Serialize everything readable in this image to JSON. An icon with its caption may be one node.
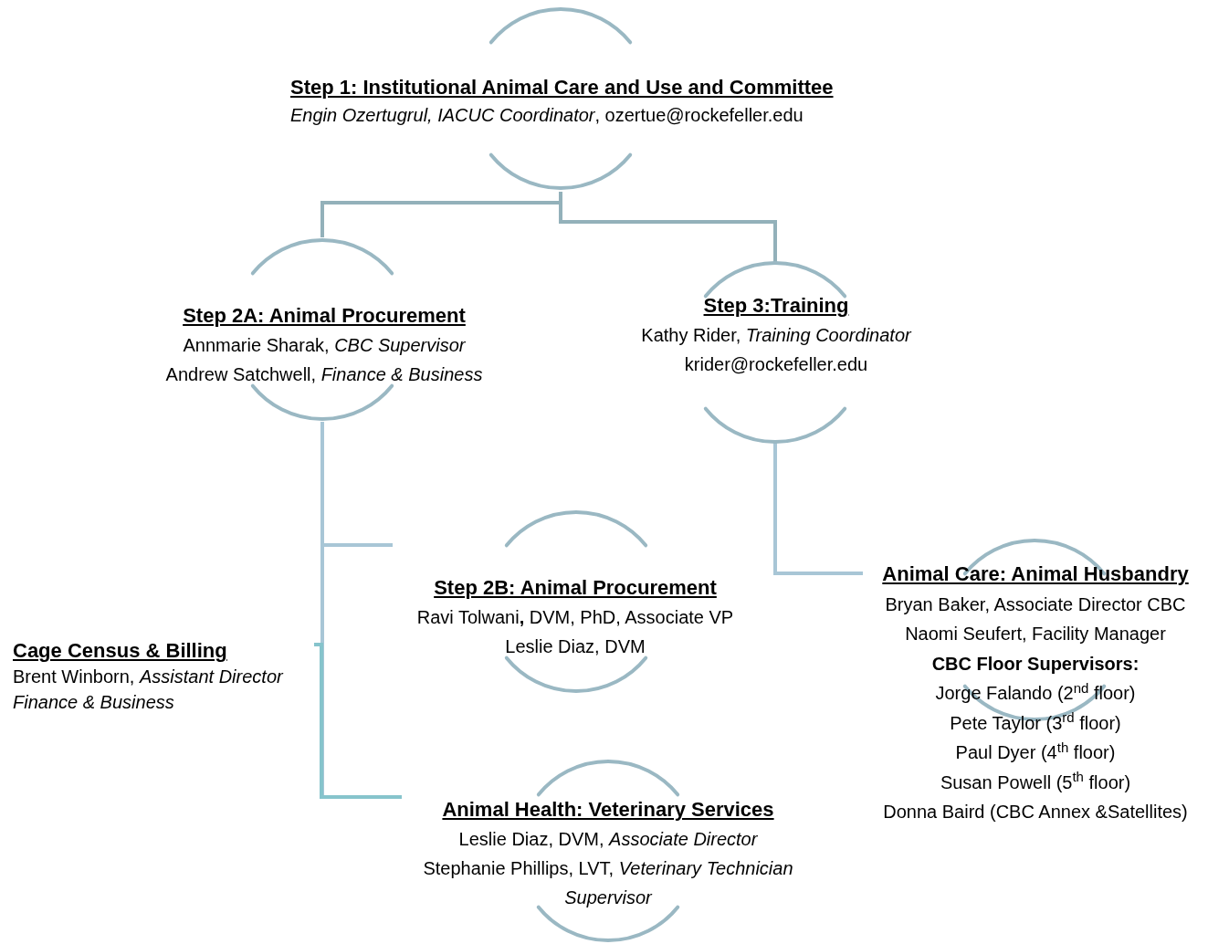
{
  "diagram": {
    "nodes": [
      {
        "text": [
          "Step 1: Institutional Animal Care and Use and Committee",
          "*Engin Ozertugrul, IACUC Coordinator*, ozertue@rockefeller.edu"
        ]
      },
      {
        "text": [
          "Step 2A: Animal Procurement",
          "Annmarie Sharak, *CBC Supervisor*",
          "Andrew Satchwell, *Finance & Business*"
        ]
      },
      {
        "text": [
          "Step 3:Training",
          "Kathy Rider, *Training Coordinator*",
          "krider@rockefeller.edu"
        ]
      },
      {
        "text": [
          "Step 2B: Animal Procurement",
          "Ravi Tolwani**,** DVM, PhD, Associate VP",
          "Leslie Diaz, DVM"
        ]
      },
      {
        "text": [
          "Animal Care: Animal Husbandry",
          "Bryan Baker, Associate Director CBC",
          "Naomi Seufert, Facility Manager",
          "CBC Floor Supervisors:",
          "Jorge Falando (2$^{nd}$ floor)",
          "Pete Taylor (3$^{rd}$ floor)",
          "Paul Dyer (4$^{th}$ floor)",
          "Susan Powell (5$^{th}$ floor)",
          "Donna Baird (CBC Annex &Satellites)"
        ]
      },
      {
        "text": [
          "Cage Census & Billing",
          "Brent Winborn, *Assistant Director Finance & Business*"
        ]
      },
      {
        "text": [
          "Animal Health: Veterinary Services",
          "Leslie Diaz, DVM, *Associate Director*",
          "Stephanie Phillips, LVT, *Veterinary Technician Supervisor*"
        ]
      }
    ],
    "edges": [
      {
        "from": 0,
        "to": 1,
        "arrow": "none",
        "color": "#93b1ba"
      },
      {
        "from": 0,
        "to": 2,
        "arrow": "none",
        "color": "#93b1ba"
      },
      {
        "from": 1,
        "to": 3,
        "arrow": "none"
      },
      {
        "from": 1,
        "to": 6,
        "arrow": "none"
      },
      {
        "from": 2,
        "to": 4,
        "arrow": "none"
      },
      {
        "from": 5,
        "to": 6,
        "arrow": "none",
        "color": "#86c4cc"
      }
    ]
  }
}
